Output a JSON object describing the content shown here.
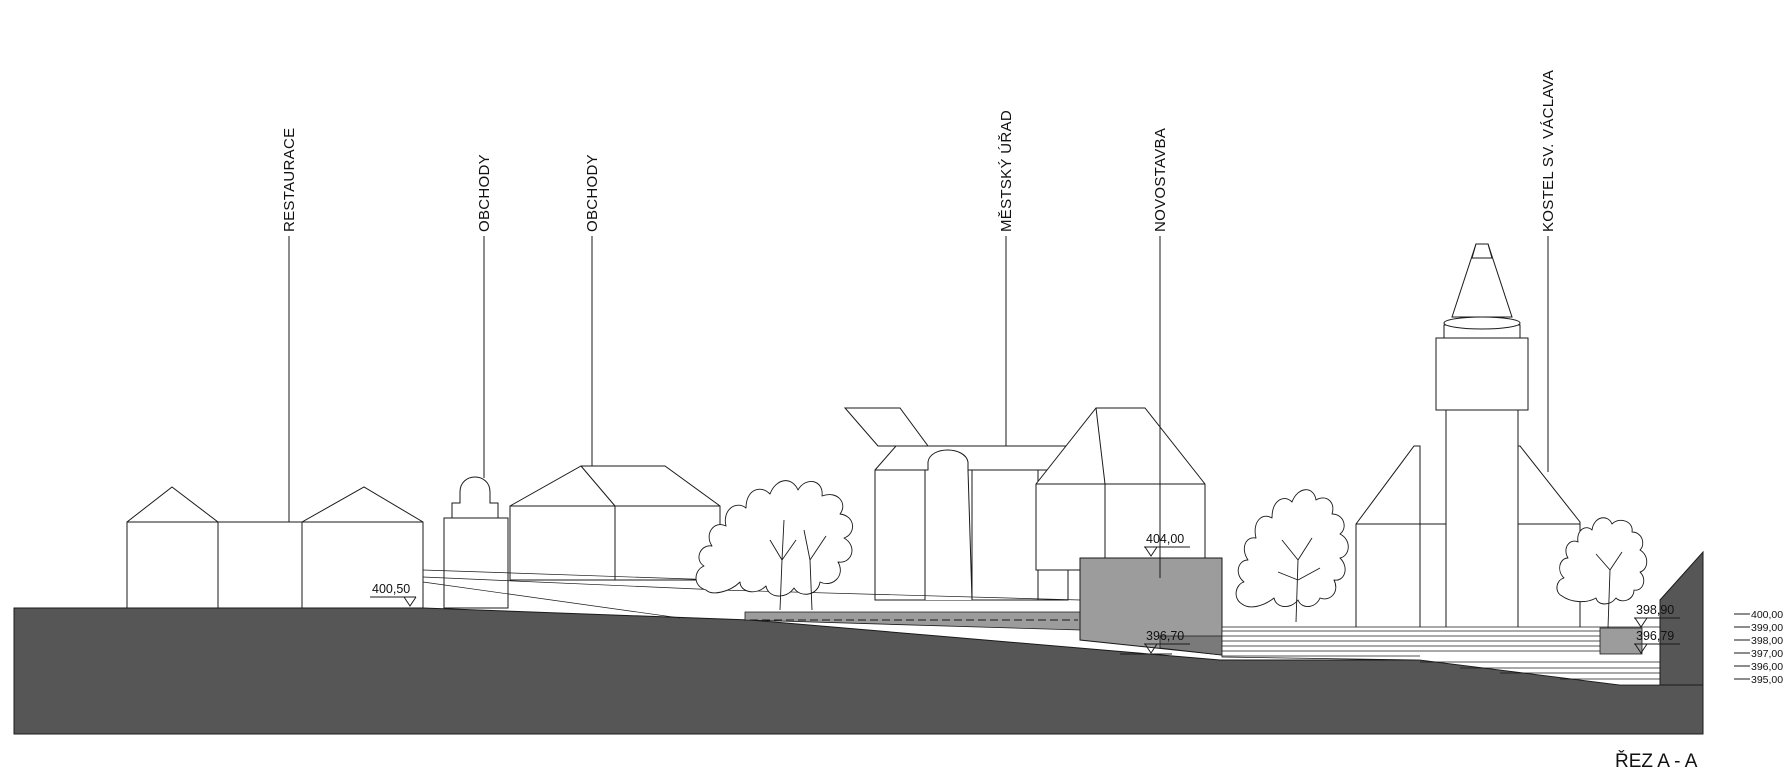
{
  "buildings": {
    "restaurace": "RESTAURACE",
    "obchody_1": "OBCHODY",
    "obchody_2": "OBCHODY",
    "mestsky_urad": "MĚSTSKÝ ÚŘAD",
    "novostavba": "NOVOSTAVBA",
    "kostel": "KOSTEL SV. VÁCLAVA"
  },
  "elevations": {
    "e_400_50": "400,50",
    "e_404_00": "404,00",
    "e_396_70": "396,70",
    "e_398_90": "398,90",
    "e_396_79": "396,79"
  },
  "scale": [
    "400,00",
    "399,00",
    "398,00",
    "397,00",
    "396,00",
    "395,00"
  ],
  "section_title": "ŘEZ A - A",
  "colors": {
    "ground": "#565656",
    "building_mass": "#9c9c9c",
    "line": "#1a1a1a"
  }
}
